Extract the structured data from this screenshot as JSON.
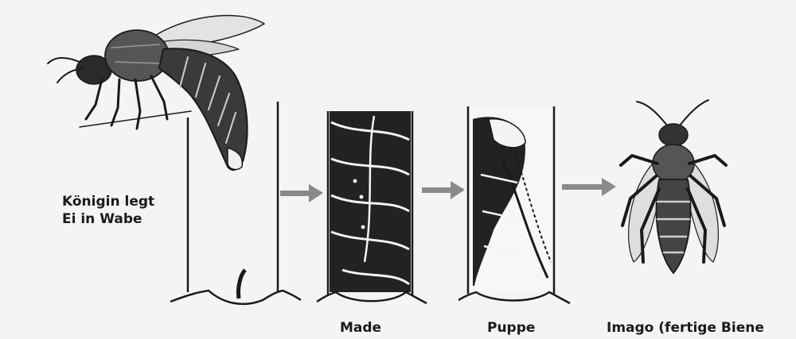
{
  "labels": {
    "queen_line1": "Königin legt",
    "queen_line2": "Ei in Wabe",
    "larva": "Made",
    "pupa": "Puppe",
    "adult": "Imago (fertige Biene"
  },
  "colors": {
    "background": "#f4f4f2",
    "ink": "#1a1a1a",
    "arrow": "#8a8a8a",
    "wing": "#d9d9d9"
  },
  "icons": [
    "queen-bee-icon",
    "egg-icon",
    "larva-icon",
    "pupa-icon",
    "adult-bee-icon",
    "arrow-icon"
  ]
}
